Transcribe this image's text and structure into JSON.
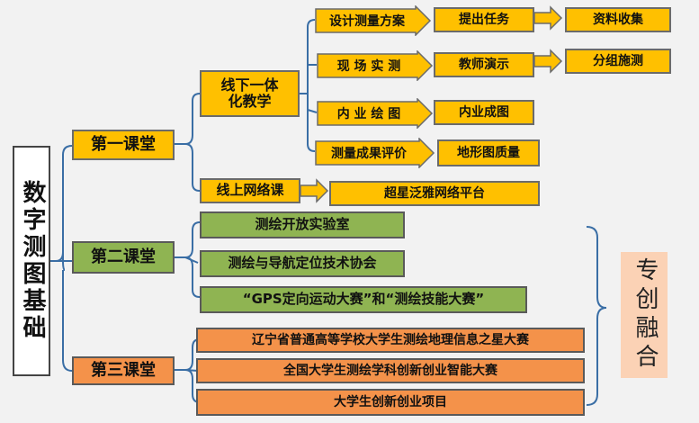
{
  "root": "数字测图基础",
  "tag": "专创融合",
  "class1": {
    "title": "第一课堂",
    "offline": "线下一体化教学",
    "online": "线上网络课",
    "online_platform": "超星泛雅网络平台",
    "steps": [
      {
        "stage": "设计测量方案",
        "task": "提出任务",
        "result": "资料收集"
      },
      {
        "stage": "现 场 实 测",
        "task": "教师演示",
        "result": "分组施测"
      },
      {
        "stage": "内 业 绘 图",
        "task": "内业成图"
      },
      {
        "stage": "测量成果评价",
        "task": "地形图质量"
      }
    ]
  },
  "class2": {
    "title": "第二课堂",
    "items": [
      "测绘开放实验室",
      "测绘与导航定位技术协会",
      "“GPS定向运动大赛”和“测绘技能大赛”"
    ]
  },
  "class3": {
    "title": "第三课堂",
    "items": [
      "辽宁省普通高等学校大学生测绘地理信息之星大赛",
      "全国大学生测绘学科创新创业智能大赛",
      "大学生创新创业项目"
    ]
  },
  "colors": {
    "yellow": "#ffc000",
    "green": "#8fb452",
    "orange": "#f4924a",
    "tag_bg": "#fbd2b5",
    "connector": "#3a6ea5"
  }
}
